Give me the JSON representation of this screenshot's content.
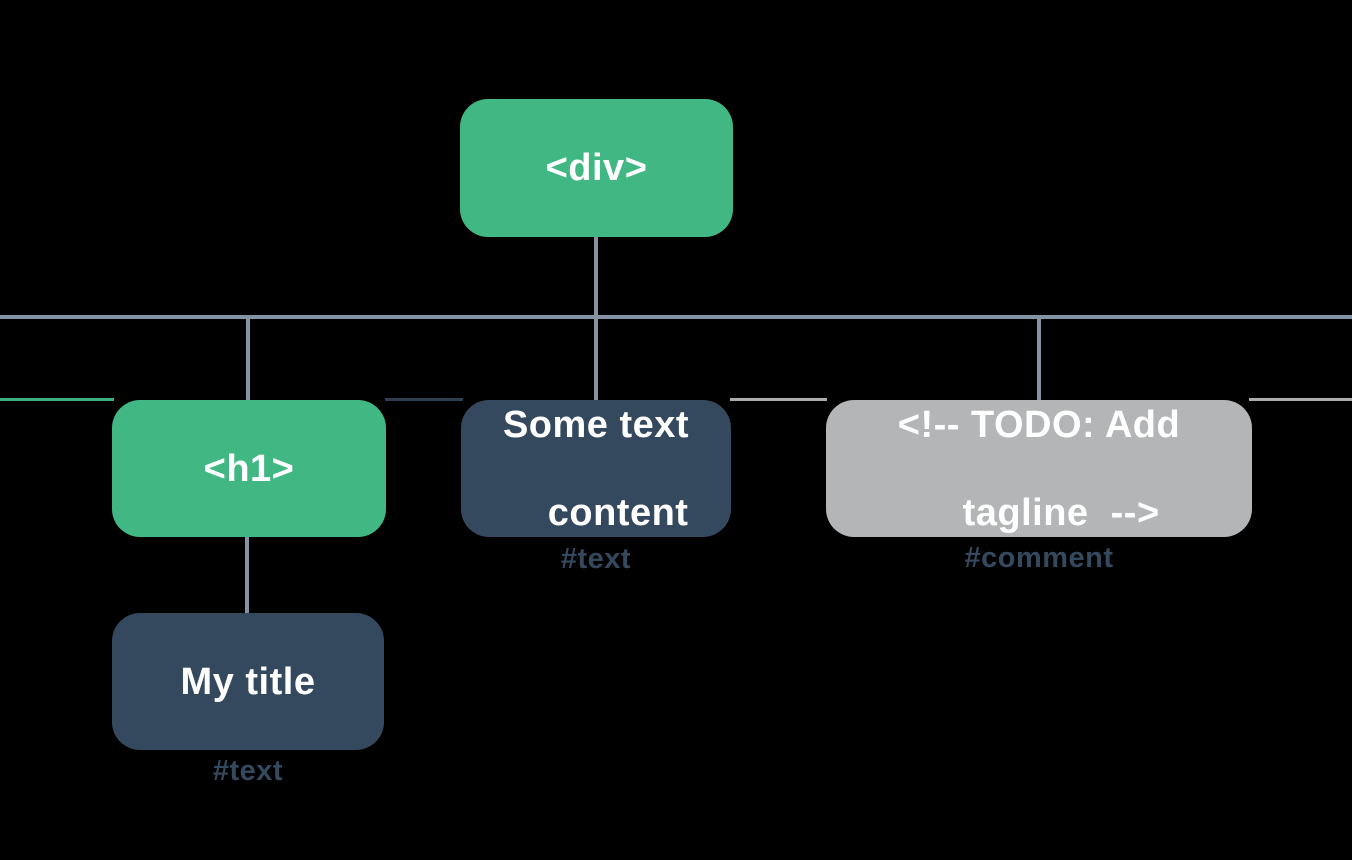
{
  "diagram": {
    "background": "#000000",
    "colors": {
      "element_node_green": "#41B883",
      "text_node_navy": "#35495E",
      "comment_node_gray": "#B3B5B6",
      "connector_slate": "#8494A5",
      "rail_left_green": "#3EB080",
      "rail_middle_navy": "#2C3E50",
      "rail_gray": "#ABADAF",
      "node_text_color": "#FFFFFF",
      "type_label_color": "#35495E"
    },
    "nodes": {
      "root": {
        "label": "<div>"
      },
      "h1": {
        "label": "<h1>"
      },
      "text_child": {
        "line1": "Some text",
        "line2": "content",
        "type_label": "#text"
      },
      "comment_child": {
        "line1": "<!-- TODO: Add",
        "line2": "tagline  -->",
        "type_label": "#comment"
      },
      "h1_text_child": {
        "label": "My title",
        "type_label": "#text"
      }
    }
  }
}
